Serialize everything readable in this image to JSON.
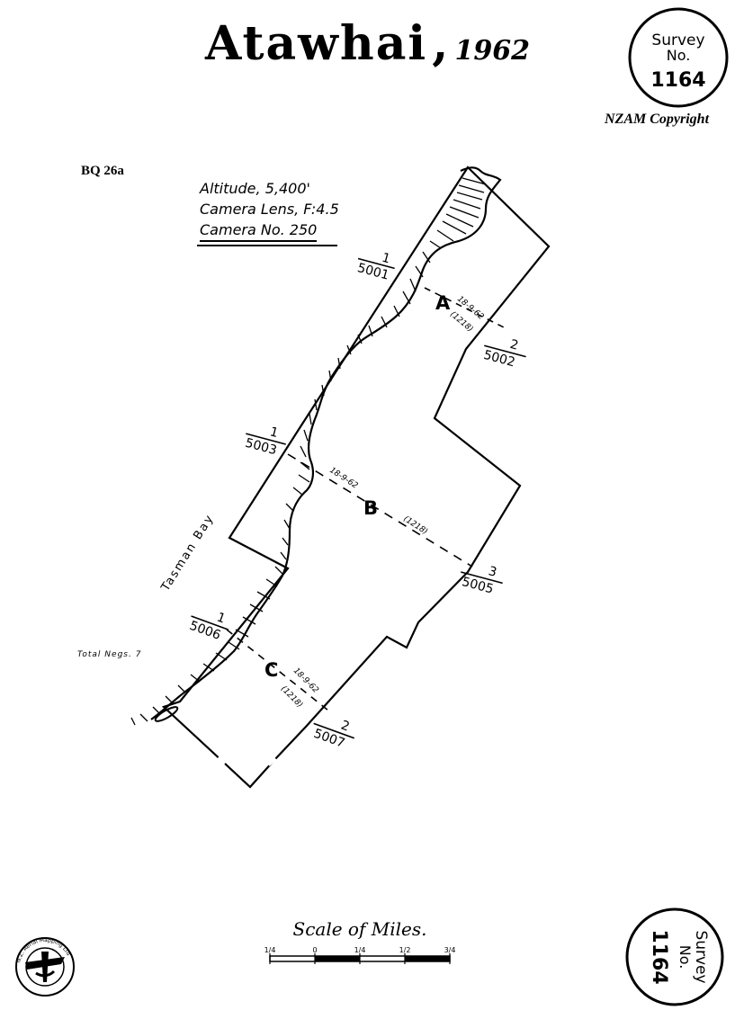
{
  "title": {
    "place": "Atawhai",
    "separator": ",",
    "year": "1962"
  },
  "survey_badge": {
    "line1": "Survey",
    "line2": "No.",
    "number": "1164"
  },
  "copyright": "NZAM Copyright",
  "sheet_ref": "BQ 26a",
  "flight_info": {
    "altitude": "Altitude, 5,400'",
    "lens": "Camera Lens, F:4.5",
    "camera": "Camera No. 250"
  },
  "runs": [
    {
      "id": "A",
      "date": "18-9-62",
      "ref": "(1218)",
      "start": {
        "no": "1",
        "neg": "5001"
      },
      "end": {
        "no": "2",
        "neg": "5002"
      }
    },
    {
      "id": "B",
      "date": "18-9-62",
      "ref": "(1218)",
      "start": {
        "no": "1",
        "neg": "5003"
      },
      "end": {
        "no": "3",
        "neg": "5005"
      }
    },
    {
      "id": "C",
      "date": "18-9-62",
      "ref": "(1218)",
      "start": {
        "no": "1",
        "neg": "5006"
      },
      "end": {
        "no": "2",
        "neg": "5007"
      }
    }
  ],
  "place_label": "Tasman Bay",
  "total_negs": "Total Negs. 7",
  "scale": {
    "title": "Scale of Miles.",
    "ticks": [
      "1/4",
      "0",
      "1/4",
      "1/2",
      "3/4"
    ]
  },
  "logo_text": "N.Z. Aerial Mapping Ltd"
}
